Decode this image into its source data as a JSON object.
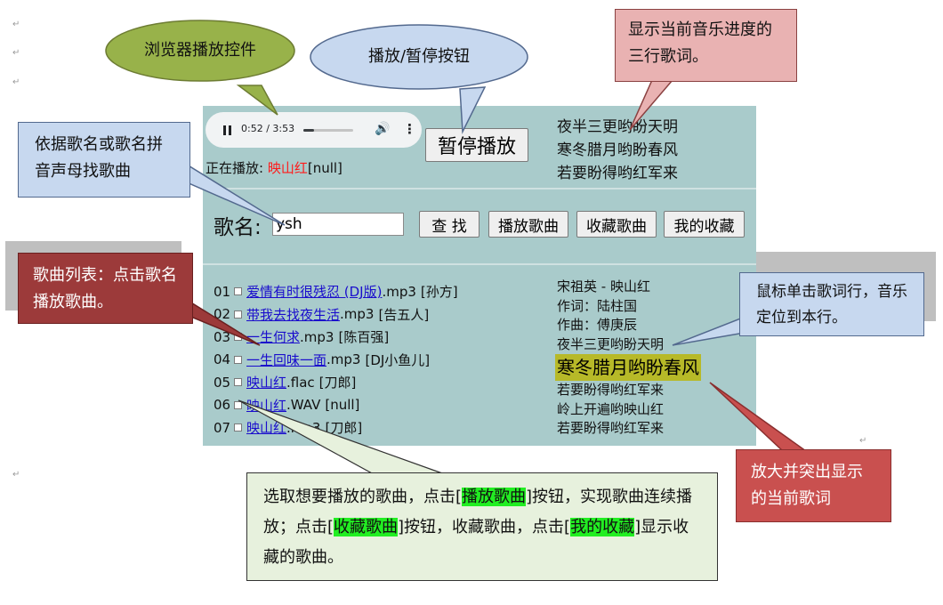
{
  "player": {
    "time": "0:52 / 3:53",
    "progress": 0.22,
    "now_playing_label": "正在播放:",
    "now_playing_song": "映山红",
    "now_playing_artist": "[null]",
    "pause_button": "暂停播放",
    "top_lyrics": [
      "夜半三更哟盼天明",
      "寒冬腊月哟盼春风",
      "若要盼得哟红军来"
    ]
  },
  "search": {
    "label": "歌名:",
    "value": "ysh",
    "find_button": "查 找",
    "play_button": "播放歌曲",
    "collect_button": "收藏歌曲",
    "favorites_button": "我的收藏"
  },
  "songs": [
    {
      "num": "01",
      "name": "爱情有时很残忍 (DJ版)",
      "ext": ".mp3",
      "artist": "[孙方]"
    },
    {
      "num": "02",
      "name": "带我去找夜生活",
      "ext": ".mp3",
      "artist": "[告五人]"
    },
    {
      "num": "03",
      "name": "一生何求",
      "ext": ".mp3",
      "artist": "[陈百强]"
    },
    {
      "num": "04",
      "name": "一生回味一面",
      "ext": ".mp3",
      "artist": "[DJ小鱼儿]"
    },
    {
      "num": "05",
      "name": "映山红",
      "ext": ".flac",
      "artist": "[刀郎]"
    },
    {
      "num": "06",
      "name": "映山红",
      "ext": ".WAV",
      "artist": "[null]"
    },
    {
      "num": "07",
      "name": "映山红",
      "ext": ".mp3",
      "artist": "[刀郎]"
    }
  ],
  "lyrics": [
    "宋祖英 - 映山红",
    "作词：陆柱国",
    "作曲：傅庚辰",
    "夜半三更哟盼天明",
    "寒冬腊月哟盼春风",
    "若要盼得哟红军来",
    "岭上开遍哟映山红",
    "若要盼得哟红军来"
  ],
  "current_lyric_index": 4,
  "callouts": {
    "browser_controls": "浏览器播放控件",
    "play_pause": "播放/暂停按钮",
    "three_lines": "显示当前音乐进度的三行歌词。",
    "search_tip": "依据歌名或歌名拼音声母找歌曲",
    "song_list": "歌曲列表：点击歌名播放歌曲。",
    "lyric_click": "鼠标单击歌词行，音乐定位到本行。",
    "enlarge": "放大并突出显示的当前歌词",
    "bottom_1": "选取想要播放的歌曲，点击[",
    "bottom_hl_play": "播放歌曲",
    "bottom_2": "]按钮，实现歌曲连续播放；点击[",
    "bottom_hl_collect": "收藏歌曲",
    "bottom_3": "]按钮，收藏歌曲，点击[",
    "bottom_hl_fav": "我的收藏",
    "bottom_4": "]显示收藏的歌曲。"
  },
  "colors": {
    "app_bg": "#a9cbcb",
    "now_playing_song": "#ff1a1a",
    "highlight_lyric": "#b7b928",
    "link": "#1a0dcc",
    "callout_highlight": "#22ee22"
  }
}
